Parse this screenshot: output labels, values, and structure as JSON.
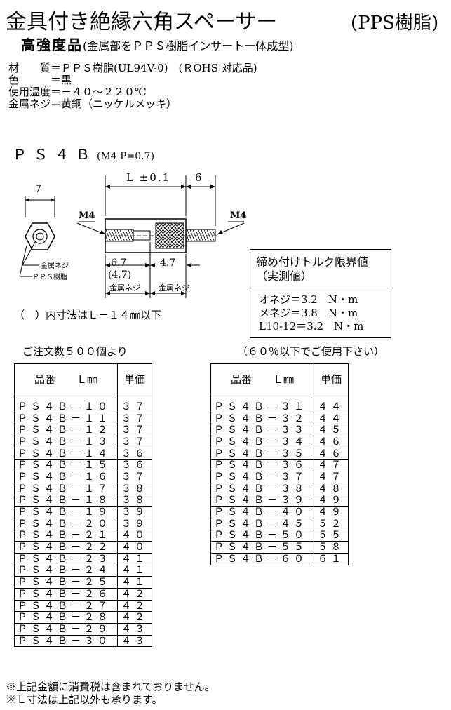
{
  "header": {
    "title": "金具付き絶縁六角スペーサー",
    "title_suffix": "(PPS樹脂)",
    "subtitle_main": "高強度品",
    "subtitle_note": "(金属部をＰＰＳ樹脂インサート一体成型)"
  },
  "specs": [
    "材　　質＝ＰＰＳ樹脂(UL94V-0)　(ＲOHS 対応品)",
    "色　　　＝黒",
    "使用温度＝－４０～２２０℃",
    "金属ネジ＝黄銅（ニッケルメッキ）"
  ],
  "model": {
    "name": "ＰＳ４Ｂ",
    "thread": "(M4 P=0.7)"
  },
  "drawing": {
    "hex_width": "7",
    "length_label": "L ±0.1",
    "stud_length": "6",
    "m4_left": "M4",
    "m4_right": "M4",
    "depth1": "6.7",
    "depth1_alt": "(4.7)",
    "depth2": "4.7",
    "metal_screw_left": "金属ネジ",
    "metal_screw_right": "金属ネジ",
    "callout_metal": "金属ネジ",
    "callout_pps": "ＰＰＳ樹脂"
  },
  "torque": {
    "title": "締め付けトルク限界値",
    "subtitle": "（実測値）",
    "rows": [
      "オネジ＝3.2　N・m",
      "メネジ＝3.8　N・m",
      " L10-12＝3.2　N・m"
    ]
  },
  "note_paren": "（　）内寸法はＬ－１４㎜以下",
  "order_qty": "ご注文数５００個より",
  "usage_note": "（６０％以下でご使用下さい）",
  "table_headers": {
    "part": "品番　　Ｌ㎜",
    "price": "単価"
  },
  "table_left": [
    [
      "ＰＳ４Ｂ－１０",
      "３７"
    ],
    [
      "ＰＳ４Ｂ－１１",
      "３７"
    ],
    [
      "ＰＳ４Ｂ－１２",
      "３７"
    ],
    [
      "ＰＳ４Ｂ－１３",
      "３７"
    ],
    [
      "ＰＳ４Ｂ－１４",
      "３６"
    ],
    [
      "ＰＳ４Ｂ－１５",
      "３６"
    ],
    [
      "ＰＳ４Ｂ－１６",
      "３７"
    ],
    [
      "ＰＳ４Ｂ－１７",
      "３８"
    ],
    [
      "ＰＳ４Ｂ－１８",
      "３８"
    ],
    [
      "ＰＳ４Ｂ－１９",
      "３９"
    ],
    [
      "ＰＳ４Ｂ－２０",
      "３９"
    ],
    [
      "ＰＳ４Ｂ－２１",
      "４０"
    ],
    [
      "ＰＳ４Ｂ－２２",
      "４０"
    ],
    [
      "ＰＳ４Ｂ－２３",
      "４１"
    ],
    [
      "ＰＳ４Ｂ－２４",
      "４１"
    ],
    [
      "ＰＳ４Ｂ－２５",
      "４１"
    ],
    [
      "ＰＳ４Ｂ－２６",
      "４２"
    ],
    [
      "ＰＳ４Ｂ－２７",
      "４２"
    ],
    [
      "ＰＳ４Ｂ－２８",
      "４２"
    ],
    [
      "ＰＳ４Ｂ－２９",
      "４３"
    ],
    [
      "ＰＳ４Ｂ－３０",
      "４３"
    ]
  ],
  "table_right": [
    [
      "ＰＳ４Ｂ－３１",
      "４４"
    ],
    [
      "ＰＳ４Ｂ－３２",
      "４４"
    ],
    [
      "ＰＳ４Ｂ－３３",
      "４５"
    ],
    [
      "ＰＳ４Ｂ－３４",
      "４６"
    ],
    [
      "ＰＳ４Ｂ－３５",
      "４６"
    ],
    [
      "ＰＳ４Ｂ－３６",
      "４７"
    ],
    [
      "ＰＳ４Ｂ－３７",
      "４７"
    ],
    [
      "ＰＳ４Ｂ－３８",
      "４８"
    ],
    [
      "ＰＳ４Ｂ－３９",
      "４９"
    ],
    [
      "ＰＳ４Ｂ－４０",
      "４９"
    ],
    [
      "ＰＳ４Ｂ－４５",
      "５２"
    ],
    [
      "ＰＳ４Ｂ－５０",
      "５５"
    ],
    [
      "ＰＳ４Ｂ－５５",
      "５８"
    ],
    [
      "ＰＳ４Ｂ－６０",
      "６１"
    ]
  ],
  "footer": [
    "※上記金額に消費税は含まれておりません。",
    "※Ｌ寸法は上記以外も承ります。"
  ]
}
